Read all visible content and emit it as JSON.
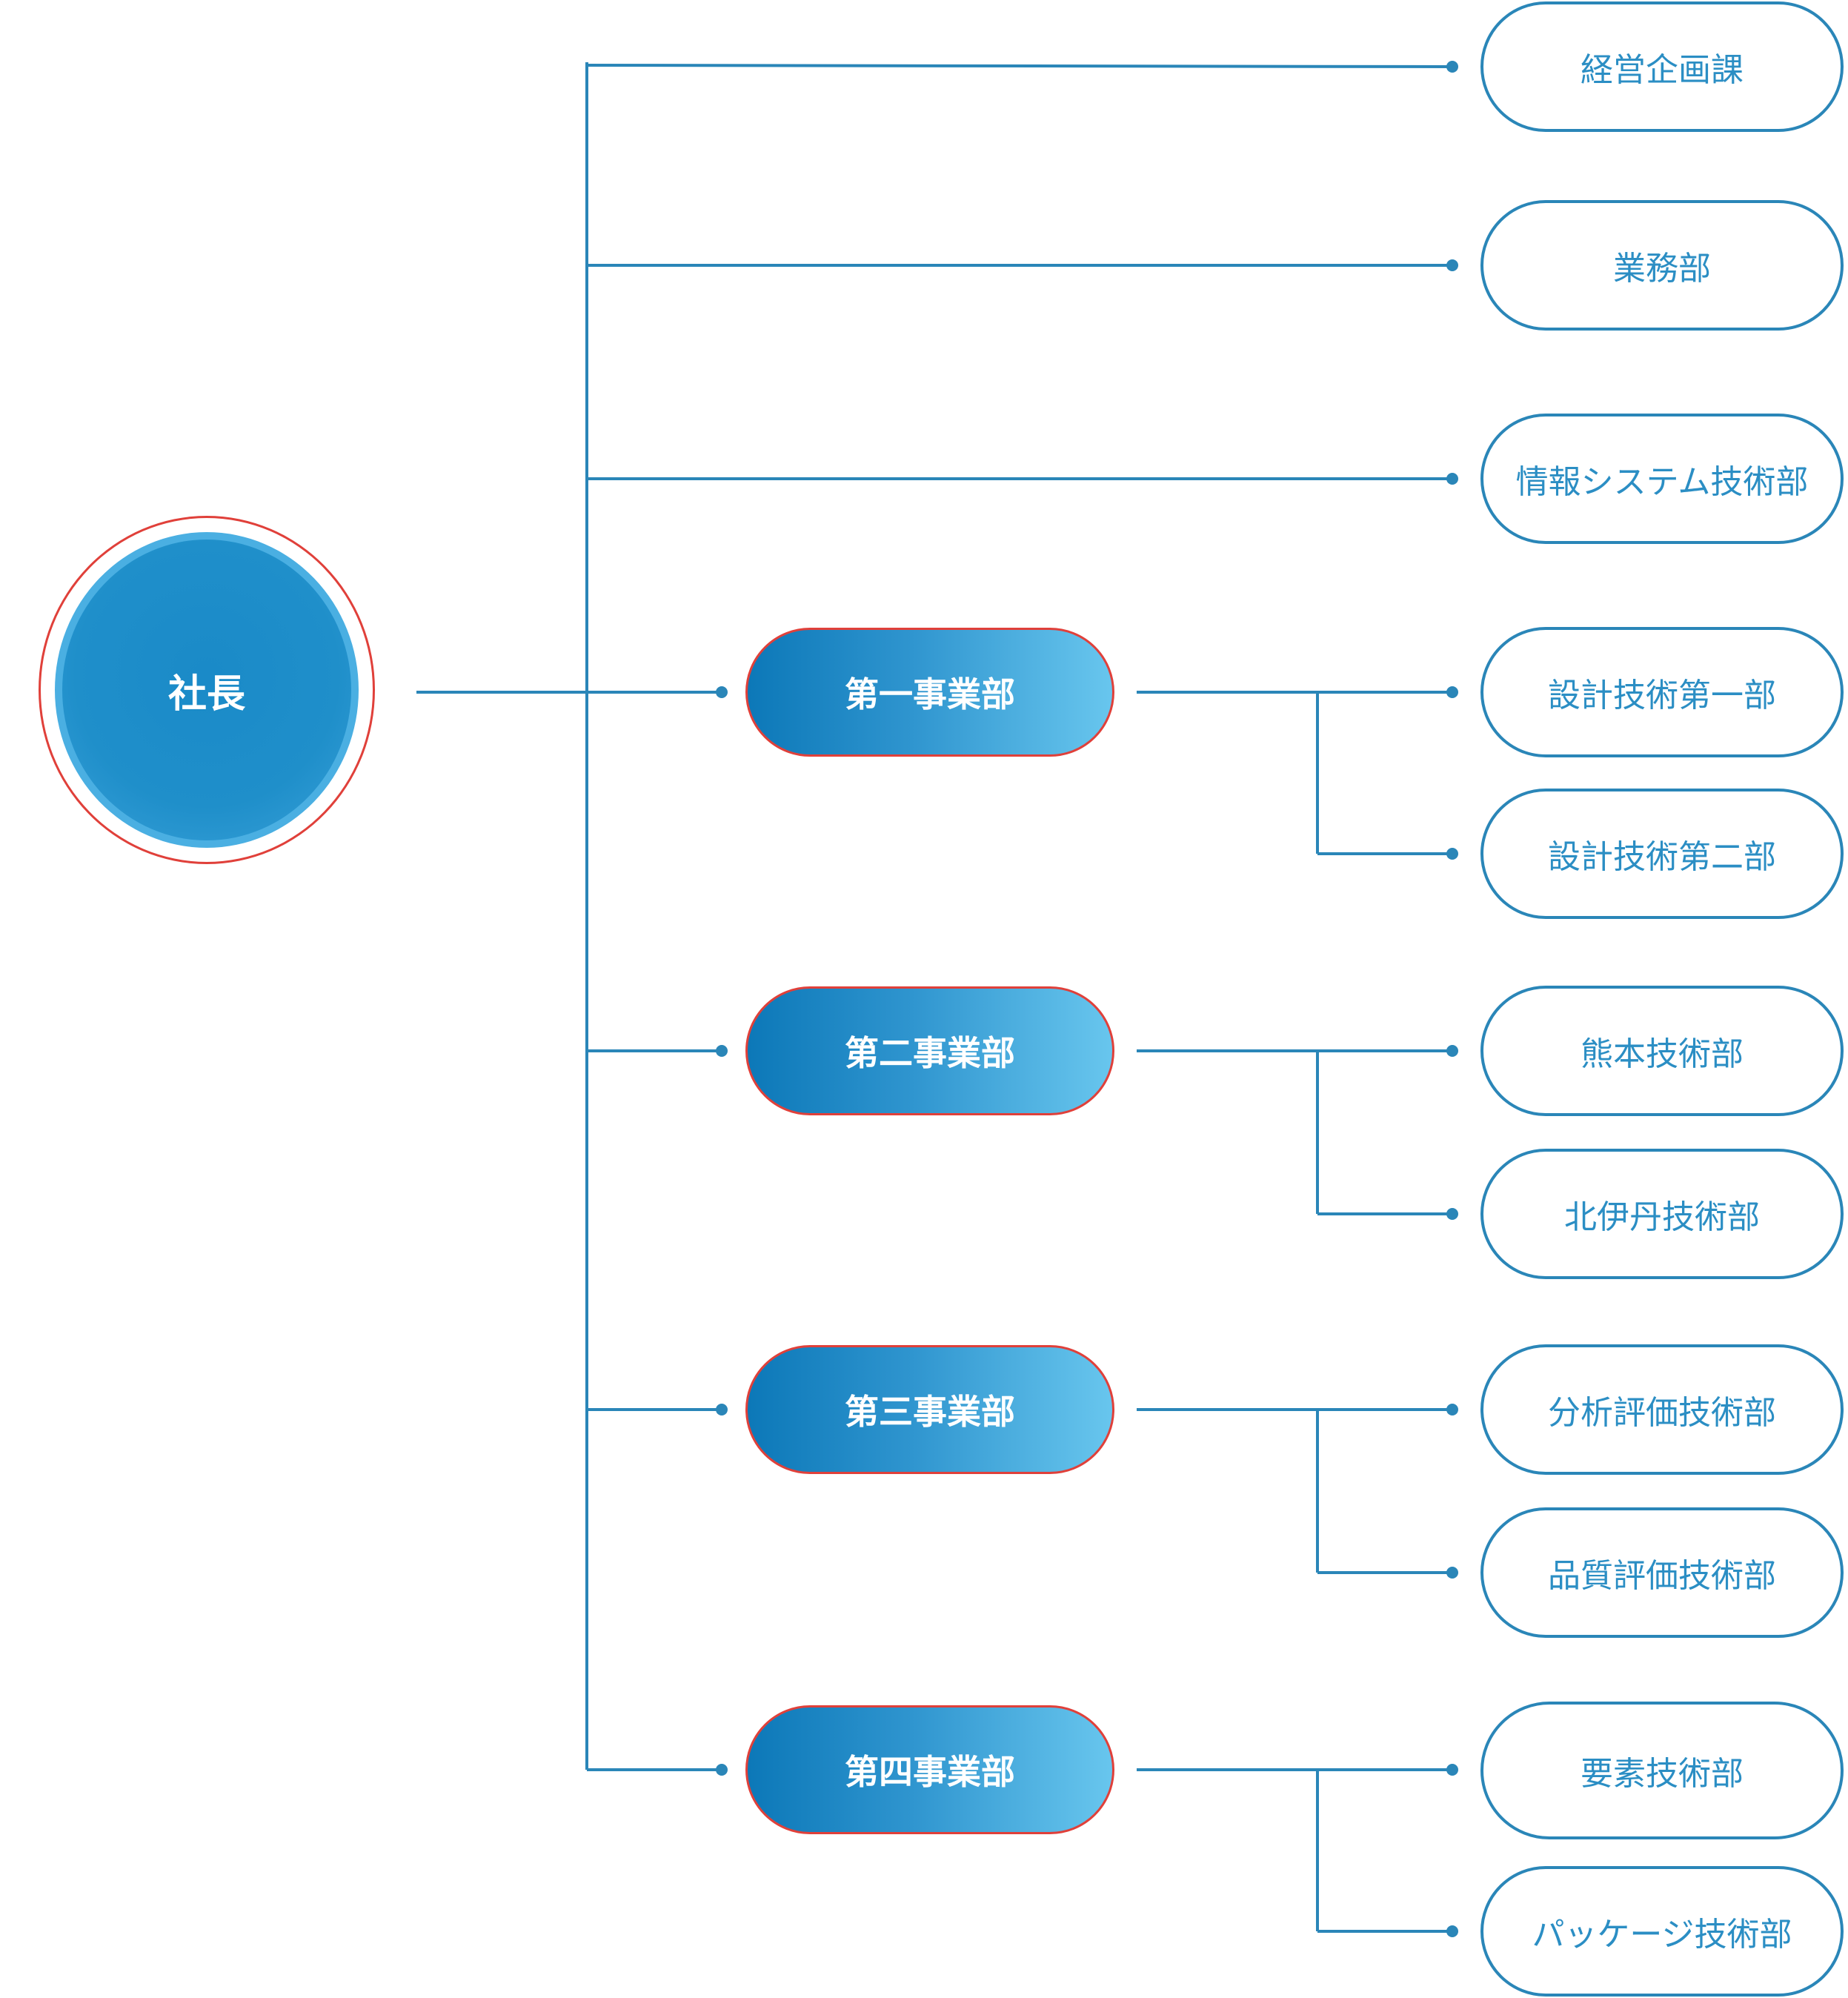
{
  "president": {
    "label": "社長"
  },
  "divisions": [
    {
      "label": "第一事業部"
    },
    {
      "label": "第二事業部"
    },
    {
      "label": "第三事業部"
    },
    {
      "label": "第四事業部"
    }
  ],
  "departments": [
    {
      "label": "経営企画課"
    },
    {
      "label": "業務部"
    },
    {
      "label": "情報システム技術部"
    },
    {
      "label": "設計技術第一部"
    },
    {
      "label": "設計技術第二部"
    },
    {
      "label": "熊本技術部"
    },
    {
      "label": "北伊丹技術部"
    },
    {
      "label": "分析評価技術部"
    },
    {
      "label": "品質評価技術部"
    },
    {
      "label": "要素技術部"
    },
    {
      "label": "パッケージ技術部"
    }
  ],
  "colors": {
    "line": "#2a86b8",
    "accent_border": "#e0403a",
    "box_gradient_start": "#0c78b8",
    "box_gradient_end": "#68c6ee",
    "dept_text": "#2b8ec4"
  }
}
